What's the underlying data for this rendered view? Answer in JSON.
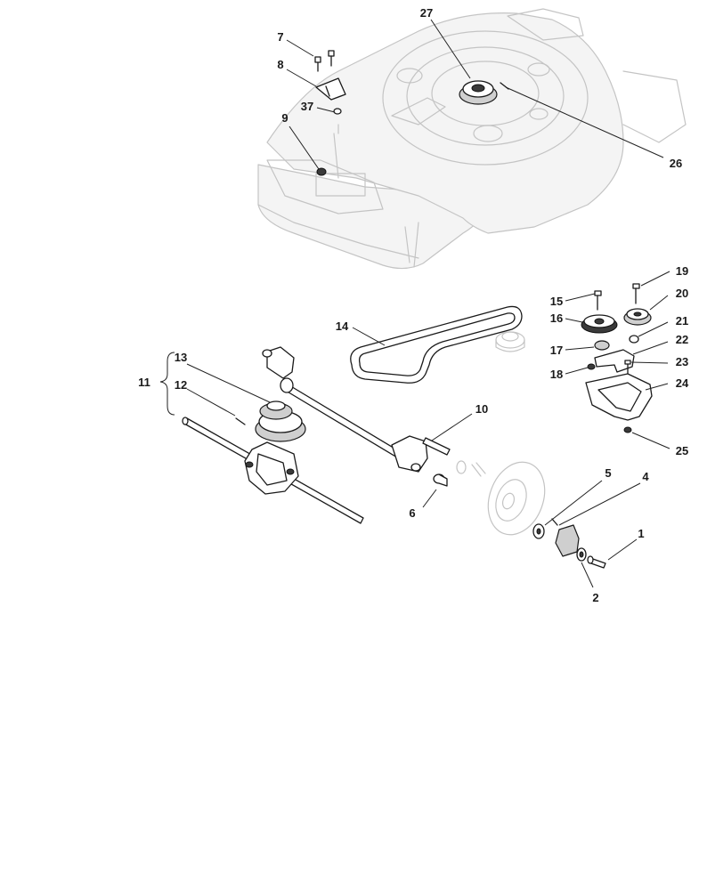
{
  "diagram": {
    "callouts": [
      "1",
      "2",
      "4",
      "5",
      "6",
      "7",
      "8",
      "9",
      "10",
      "11",
      "12",
      "13",
      "14",
      "15",
      "16",
      "17",
      "18",
      "19",
      "20",
      "21",
      "22",
      "23",
      "24",
      "25",
      "26",
      "27",
      "37"
    ]
  }
}
